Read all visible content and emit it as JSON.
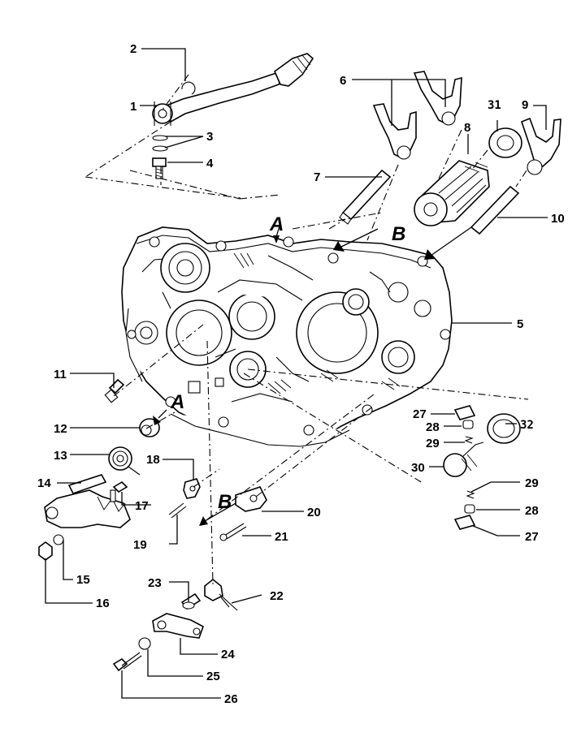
{
  "callouts": [
    {
      "id": "c1",
      "text": "1"
    },
    {
      "id": "c2",
      "text": "2"
    },
    {
      "id": "c3",
      "text": "3"
    },
    {
      "id": "c4",
      "text": "4"
    },
    {
      "id": "c5",
      "text": "5"
    },
    {
      "id": "c6",
      "text": "6"
    },
    {
      "id": "c7",
      "text": "7"
    },
    {
      "id": "c8",
      "text": "8"
    },
    {
      "id": "c9",
      "text": "9"
    },
    {
      "id": "c10",
      "text": "10"
    },
    {
      "id": "c11",
      "text": "11"
    },
    {
      "id": "c12",
      "text": "12"
    },
    {
      "id": "c13",
      "text": "13"
    },
    {
      "id": "c14",
      "text": "14"
    },
    {
      "id": "c15",
      "text": "15"
    },
    {
      "id": "c16",
      "text": "16"
    },
    {
      "id": "c17",
      "text": "17"
    },
    {
      "id": "c18",
      "text": "18"
    },
    {
      "id": "c19",
      "text": "19"
    },
    {
      "id": "c20",
      "text": "20"
    },
    {
      "id": "c21",
      "text": "21"
    },
    {
      "id": "c22",
      "text": "22"
    },
    {
      "id": "c23",
      "text": "23"
    },
    {
      "id": "c24",
      "text": "24"
    },
    {
      "id": "c25",
      "text": "25"
    },
    {
      "id": "c26",
      "text": "26"
    },
    {
      "id": "c27a",
      "text": "27"
    },
    {
      "id": "c28a",
      "text": "28"
    },
    {
      "id": "c29a",
      "text": "29"
    },
    {
      "id": "c30",
      "text": "30"
    },
    {
      "id": "c31",
      "text": "31"
    },
    {
      "id": "c32",
      "text": "32"
    },
    {
      "id": "c29b",
      "text": "29"
    },
    {
      "id": "c28b",
      "text": "28"
    },
    {
      "id": "c27b",
      "text": "27"
    }
  ],
  "section_markers": {
    "a_top": "A",
    "b_top": "B",
    "a_mid": "A",
    "b_mid": "B"
  }
}
